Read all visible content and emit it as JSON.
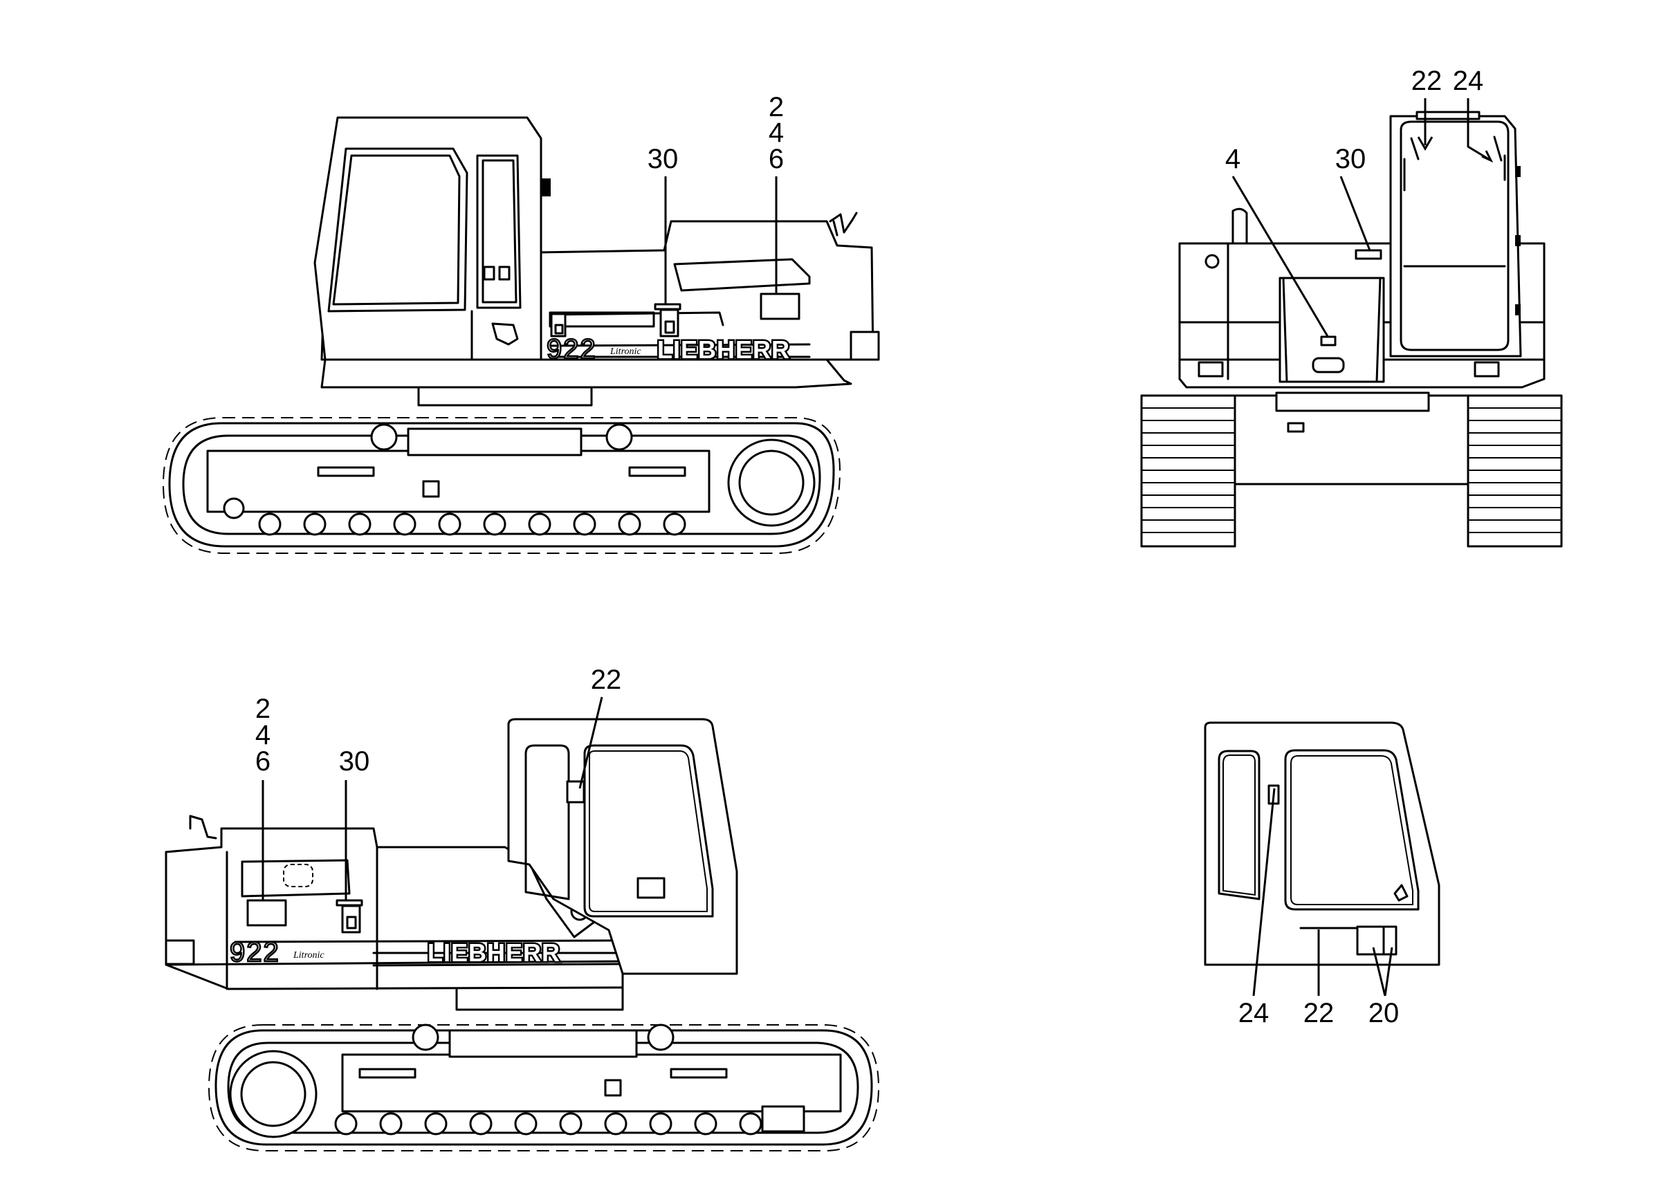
{
  "machine": {
    "brand": "LIEBHERR",
    "model": "922",
    "model_subtitle": "Litronic"
  },
  "views": {
    "left_side": {
      "labels": [
        "2",
        "4",
        "6",
        "30"
      ]
    },
    "rear": {
      "labels": [
        "22",
        "24",
        "4",
        "30"
      ]
    },
    "right_side": {
      "labels": [
        "22",
        "2",
        "4",
        "6",
        "30"
      ]
    },
    "cab_side": {
      "labels": [
        "24",
        "22",
        "20"
      ]
    }
  }
}
